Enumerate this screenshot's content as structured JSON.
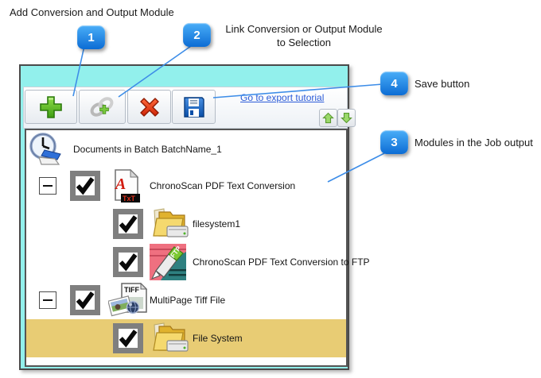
{
  "annotations": {
    "add_module_label": "Add Conversion and Output Module",
    "link_module_label_line1": "Link Conversion or Output Module",
    "link_module_label_line2": "to Selection",
    "save_button_label": "Save button",
    "modules_output_label": "Modules in the Job output",
    "badge_1": "1",
    "badge_2": "2",
    "badge_3": "3",
    "badge_4": "4"
  },
  "toolbar": {
    "add_button_icon": "green-plus-icon",
    "link_button_icon": "chain-link-plus-icon",
    "delete_button_icon": "red-x-icon",
    "save_button_icon": "floppy-disk-icon",
    "tutorial_link": "Go to export tutorial",
    "move_up_icon": "green-arrow-up-icon",
    "move_down_icon": "green-arrow-down-icon"
  },
  "tree": {
    "root_label": "Documents in Batch BatchName_1",
    "items": [
      {
        "label": "ChronoScan PDF Text Conversion",
        "icon": "pdf-text-icon",
        "level": 1,
        "checked": true,
        "expanded": true
      },
      {
        "label": "filesystem1",
        "icon": "filesystem-icon",
        "level": 2,
        "checked": true
      },
      {
        "label": "ChronoScan PDF Text Conversion to FTP",
        "icon": "ftp-icon",
        "level": 2,
        "checked": true
      },
      {
        "label": "MultiPage Tiff File",
        "icon": "tiff-icon",
        "level": 1,
        "checked": true,
        "expanded": true
      },
      {
        "label": "File System",
        "icon": "filesystem-icon",
        "level": 2,
        "checked": true,
        "selected": true
      }
    ],
    "icon_labels": {
      "pdf_badge": "TxT",
      "tiff_label": "TIFF",
      "ftp_label": "FTP"
    }
  },
  "colors": {
    "window_background": "#92f0ec",
    "selected_row": "#e8cc74",
    "badge_blue": "#1779e0",
    "callout_line": "#3d8de8",
    "link_blue": "#2b5bd7"
  }
}
